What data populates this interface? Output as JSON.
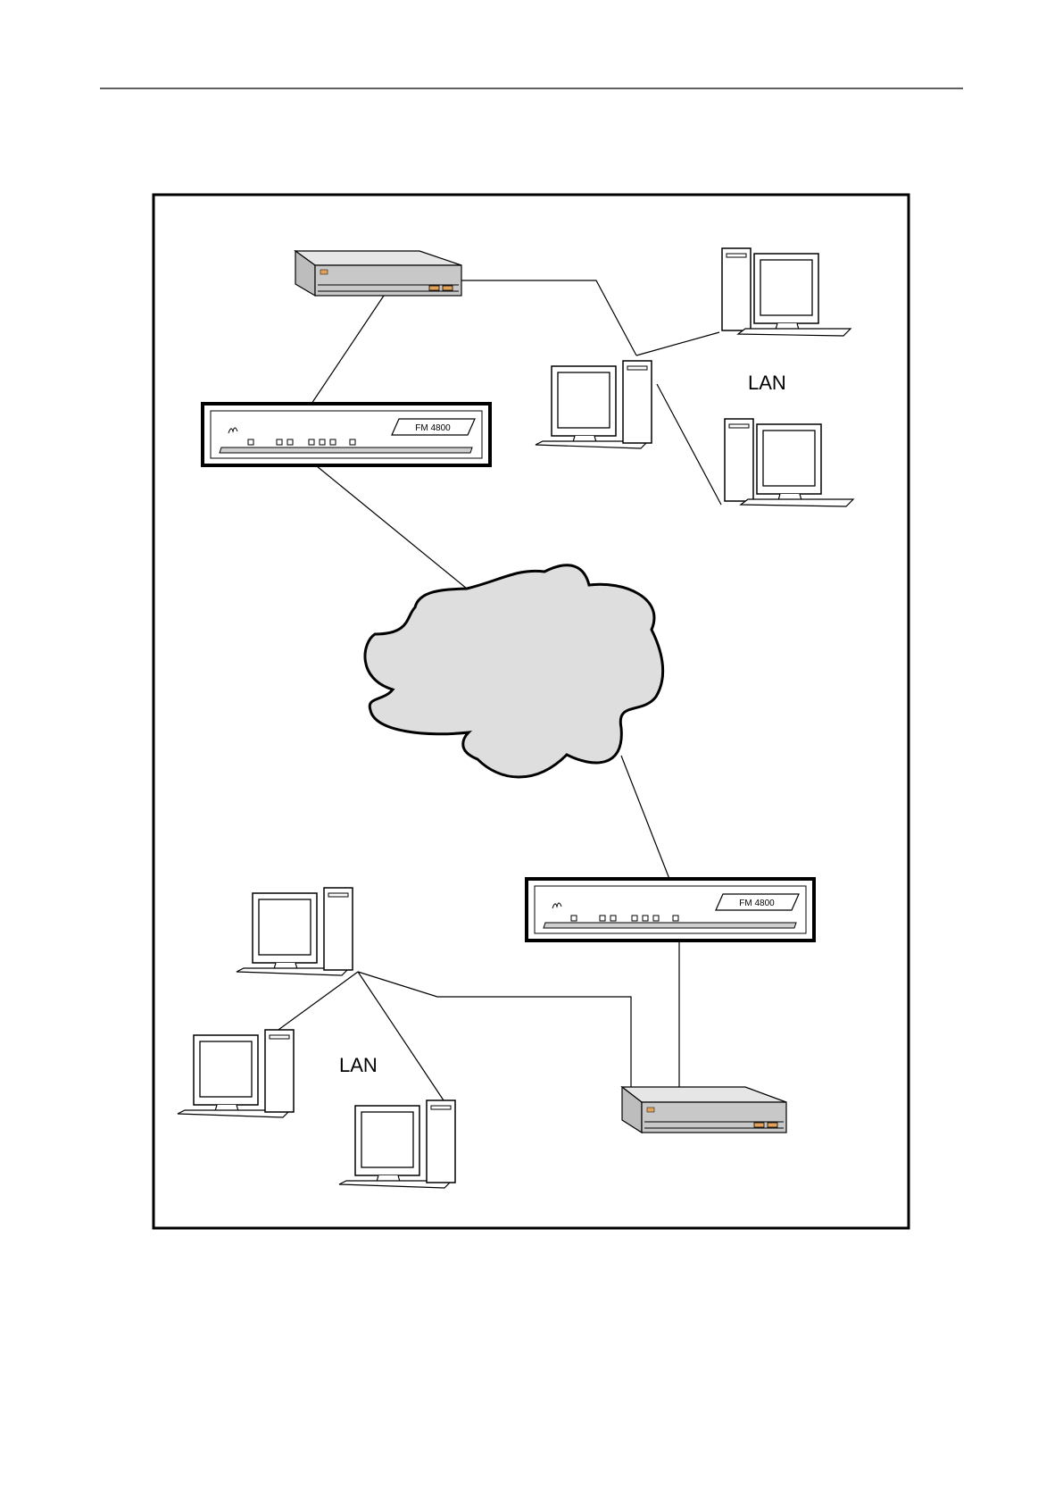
{
  "diagram": {
    "colors": {
      "line": "#000000",
      "cloud_fill": "#dedede",
      "device_gray": "#bdbdbd",
      "device_light": "#e6e6e6",
      "accent_orange": "#e2a25a"
    },
    "modems": [
      {
        "id": "modem-top",
        "model": "FM 4800"
      },
      {
        "id": "modem-bottom",
        "model": "FM 4800"
      }
    ],
    "lan_labels": [
      {
        "id": "lan-right",
        "text": "LAN"
      },
      {
        "id": "lan-left",
        "text": "LAN"
      }
    ],
    "icons": {
      "router": "router-icon",
      "modem": "modem-icon",
      "computer": "desktop-computer-icon",
      "network_cloud": "network-cloud-icon"
    }
  }
}
